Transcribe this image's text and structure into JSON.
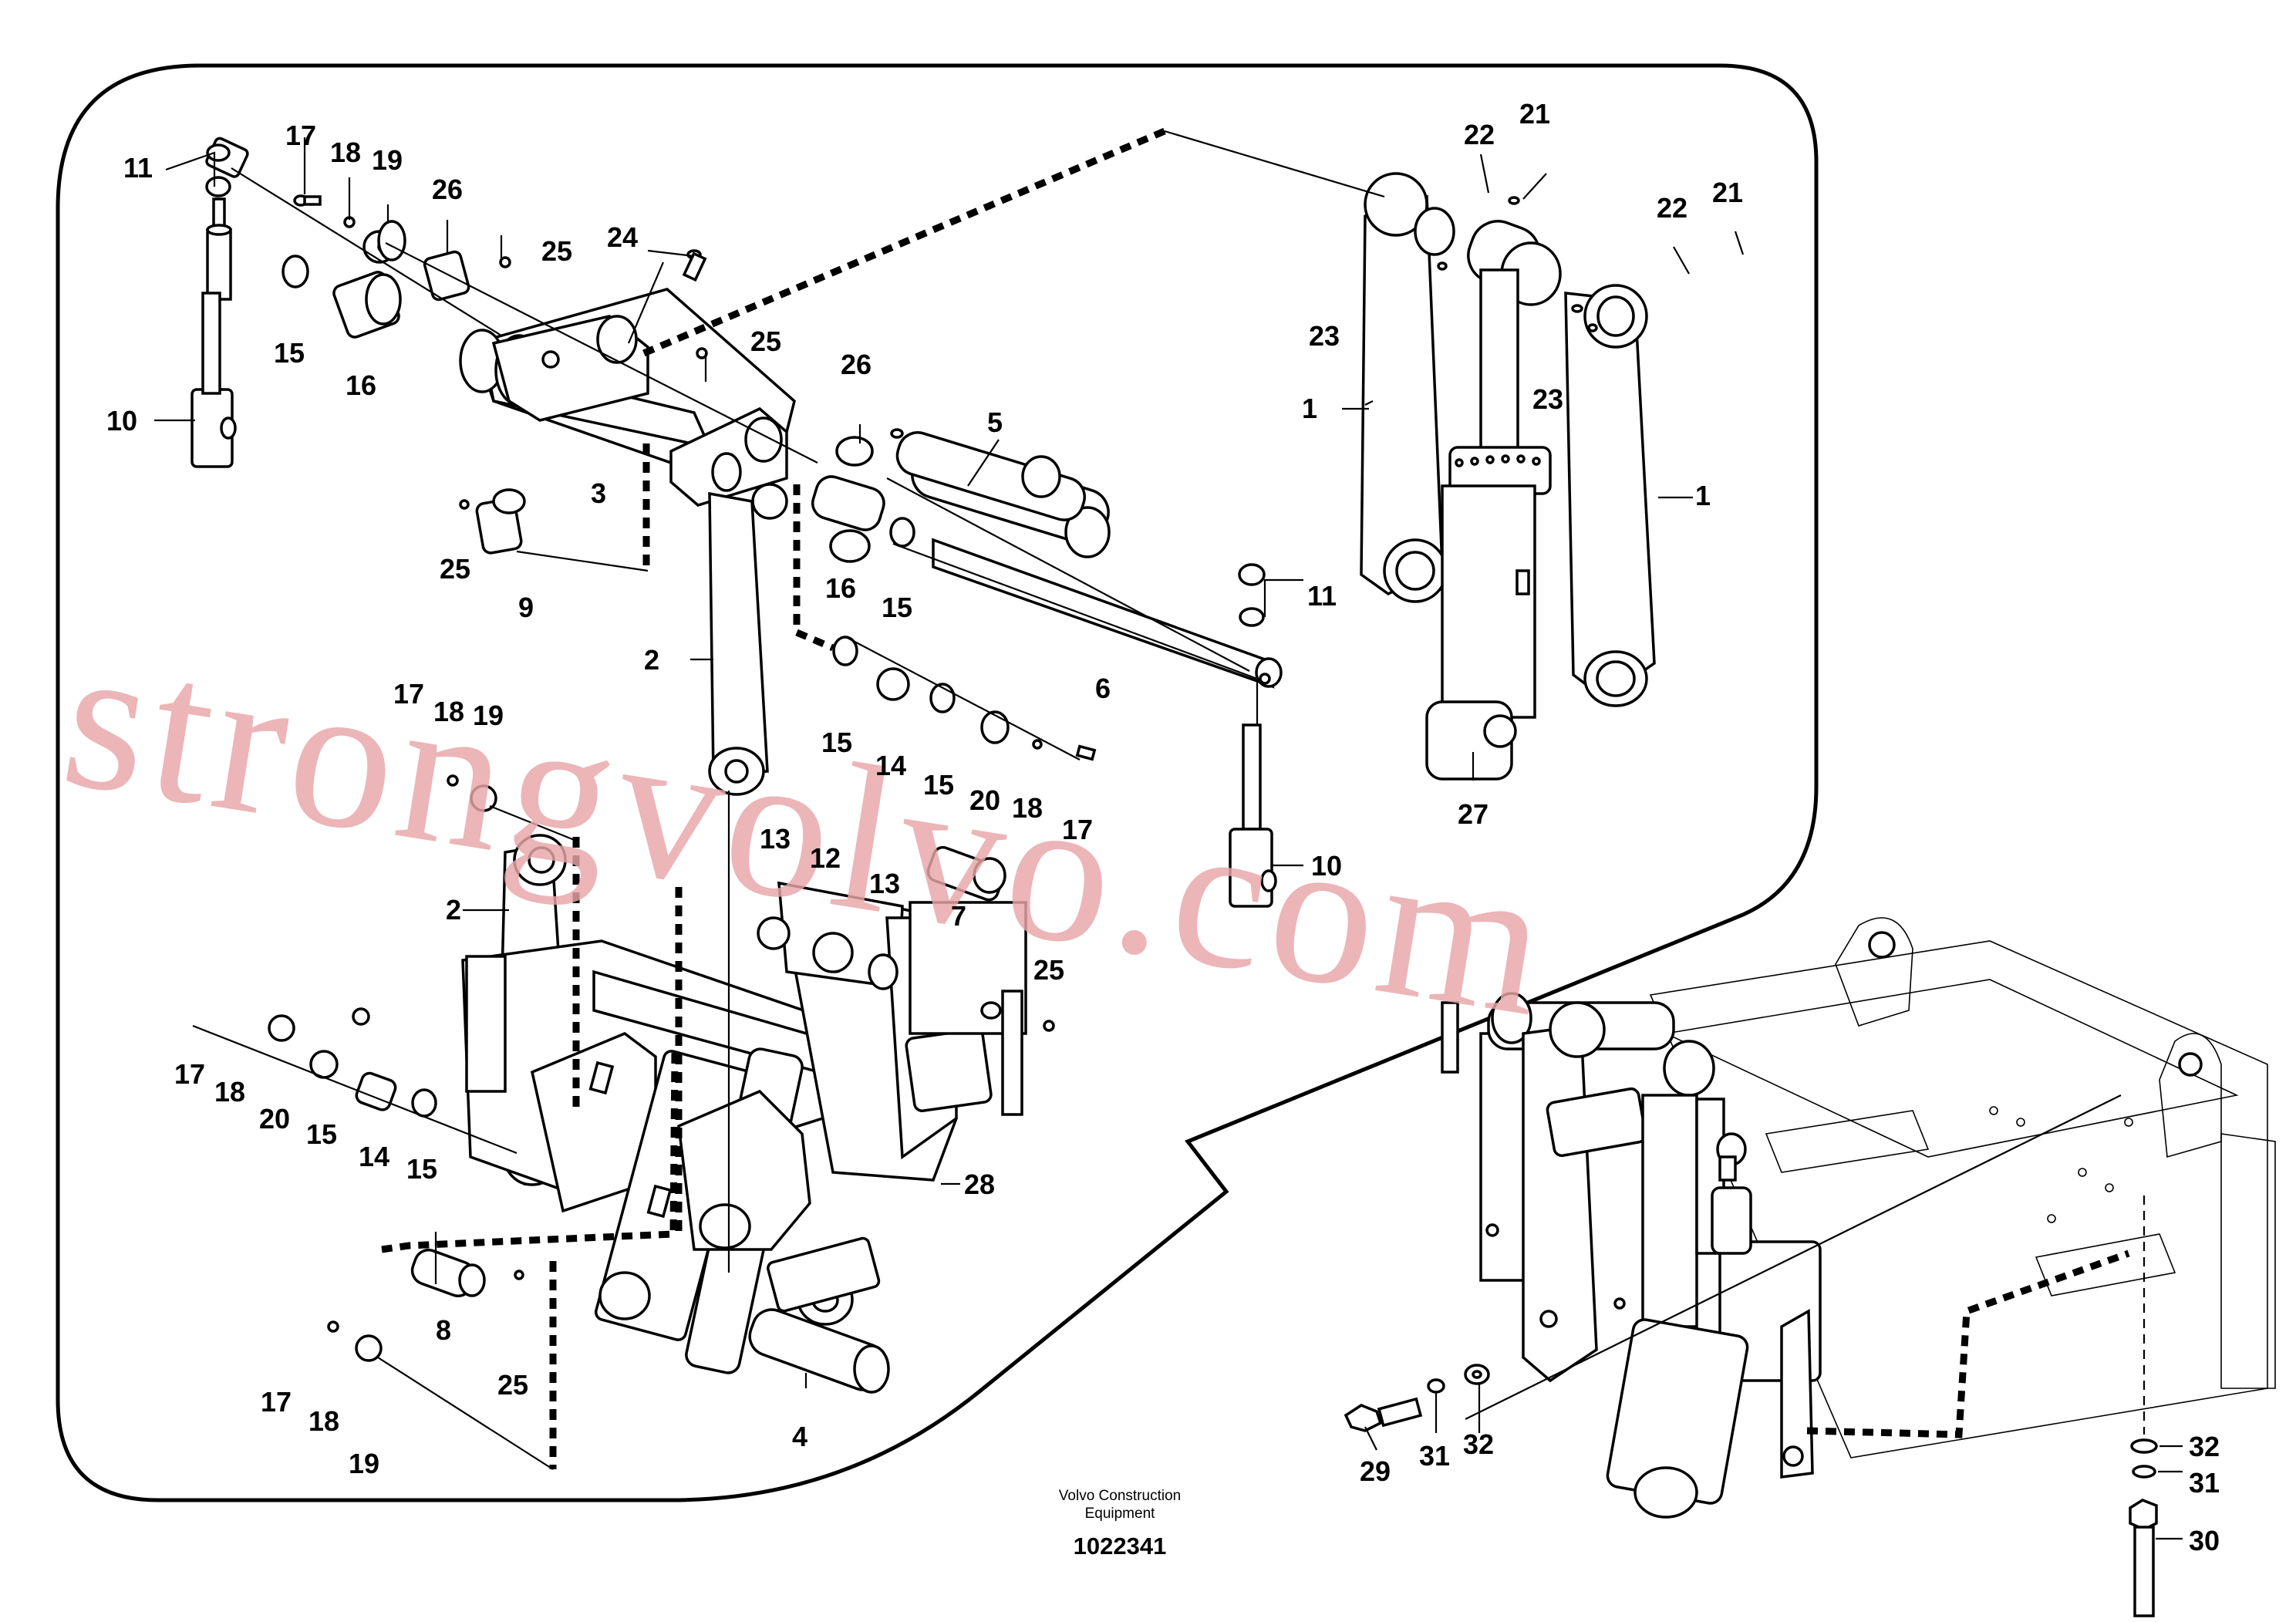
{
  "caption": {
    "line1": "Volvo Construction",
    "line2": "Equipment",
    "number": "1022341"
  },
  "watermark": "strongvolvo.com",
  "colors": {
    "line": "#000000",
    "watermark": "#e9a6a8",
    "background": "#ffffff"
  },
  "labels": {
    "l11a": "11",
    "l17a": "17",
    "l18a": "18",
    "l19a": "19",
    "l26a": "26",
    "l25a": "25",
    "l24": "24",
    "l15a": "15",
    "l16a": "16",
    "l10a": "10",
    "l3": "3",
    "l25b": "25",
    "l26b": "26",
    "l5": "5",
    "l25c": "25",
    "l9": "9",
    "l16b": "16",
    "l15b": "15",
    "l2a": "2",
    "l6": "6",
    "l22a": "22",
    "l21a": "21",
    "l22b": "22",
    "l21b": "21",
    "l23a": "23",
    "l23b": "23",
    "l1a": "1",
    "l1b": "1",
    "l11b": "11",
    "l27": "27",
    "l10b": "10",
    "l17b": "17",
    "l18b": "18",
    "l19b": "19",
    "l15c": "15",
    "l14a": "14",
    "l15d": "15",
    "l20a": "20",
    "l18c": "18",
    "l17c": "17",
    "l13a": "13",
    "l12": "12",
    "l13b": "13",
    "l7": "7",
    "l25d": "25",
    "l2b": "2",
    "l17d": "17",
    "l18d": "18",
    "l20b": "20",
    "l15e": "15",
    "l14b": "14",
    "l15f": "15",
    "l28": "28",
    "l8": "8",
    "l25e": "25",
    "l4": "4",
    "l17e": "17",
    "l18e": "18",
    "l19c": "19",
    "l29": "29",
    "l31a": "31",
    "l32a": "32",
    "l32b": "32",
    "l31b": "31",
    "l30": "30"
  }
}
